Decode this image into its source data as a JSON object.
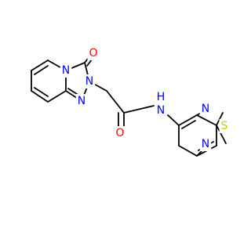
{
  "molecule": {
    "atoms": {
      "carbonyl_oxygen_top": {
        "label": "O",
        "color": "#FF0000"
      },
      "ring_nitrogen_fused": {
        "label": "N",
        "color": "#0000FF"
      },
      "ring_nitrogen_substituted": {
        "label": "N",
        "color": "#0000FF"
      },
      "ring_nitrogen_lower": {
        "label": "N",
        "color": "#0000FF"
      },
      "amide_oxygen": {
        "label": "O",
        "color": "#FF0000"
      },
      "amide_nitrogen": {
        "label": "N",
        "color": "#0000FF"
      },
      "amide_hydrogen": {
        "label": "H",
        "color": "#0000FF"
      },
      "thiadiazole_nitrogen_top": {
        "label": "N",
        "color": "#0000FF"
      },
      "thiadiazole_sulfur": {
        "label": "S",
        "color": "#CCCC00"
      },
      "thiadiazole_nitrogen_bottom": {
        "label": "N",
        "color": "#0000FF"
      }
    }
  }
}
